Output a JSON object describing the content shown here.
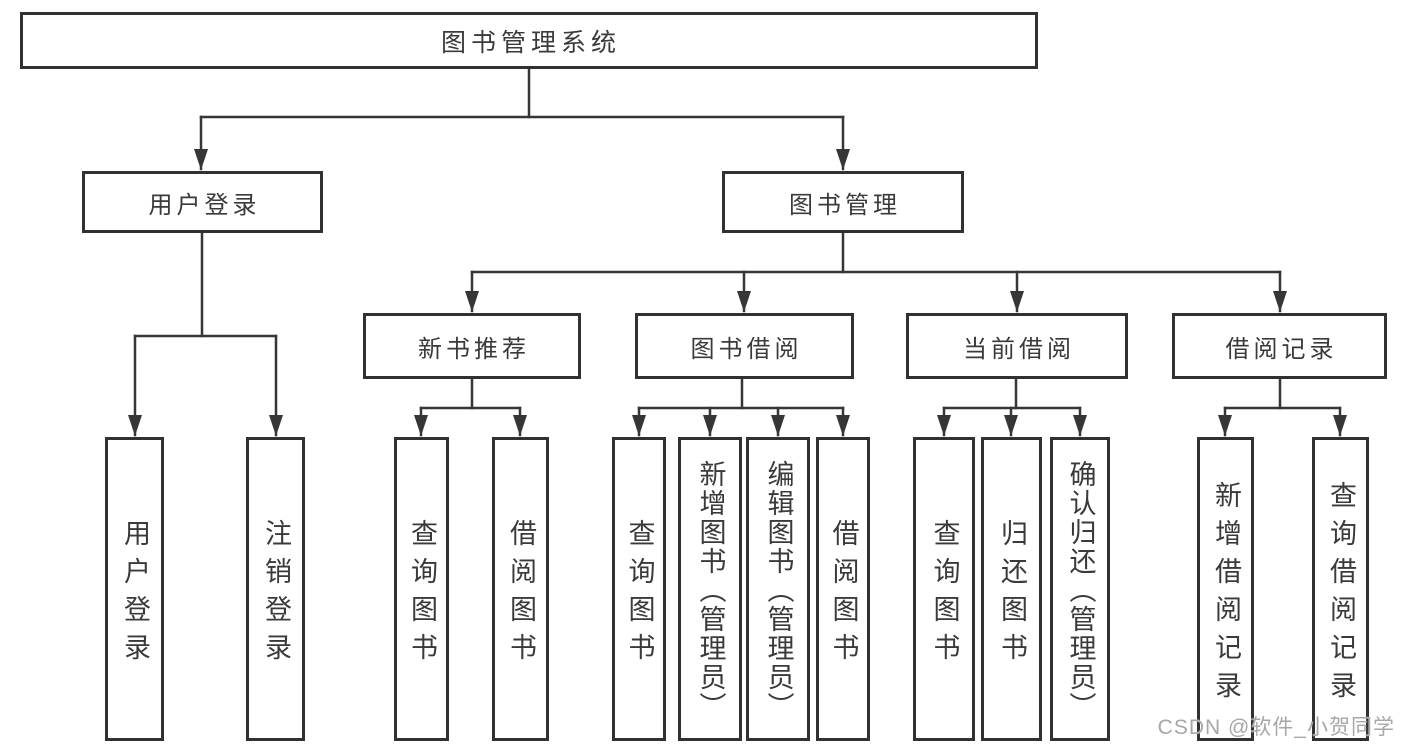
{
  "diagram": {
    "tree": {
      "root": {
        "label": "图书管理系统",
        "children": [
          {
            "label": "用户登录",
            "children": [
              {
                "label": "用户登录"
              },
              {
                "label": "注销登录"
              }
            ]
          },
          {
            "label": "图书管理",
            "children": [
              {
                "label": "新书推荐",
                "children": [
                  {
                    "label": "查询图书"
                  },
                  {
                    "label": "借阅图书"
                  }
                ]
              },
              {
                "label": "图书借阅",
                "children": [
                  {
                    "label": "查询图书"
                  },
                  {
                    "label": "新增图书（管理员）"
                  },
                  {
                    "label": "编辑图书（管理员）"
                  },
                  {
                    "label": "借阅图书"
                  }
                ]
              },
              {
                "label": "当前借阅",
                "children": [
                  {
                    "label": "查询图书"
                  },
                  {
                    "label": "归还图书"
                  },
                  {
                    "label": "确认归还（管理员）"
                  }
                ]
              },
              {
                "label": "借阅记录",
                "children": [
                  {
                    "label": "新增借阅记录"
                  },
                  {
                    "label": "查询借阅记录"
                  }
                ]
              }
            ]
          }
        ]
      }
    },
    "colors": {
      "line": "#363636",
      "box_border": "#313131",
      "text": "#3a3a3a",
      "watermark": "#a7a7a7",
      "background": "#ffffff"
    }
  },
  "watermark": {
    "text": "CSDN @软件_小贺同学"
  }
}
